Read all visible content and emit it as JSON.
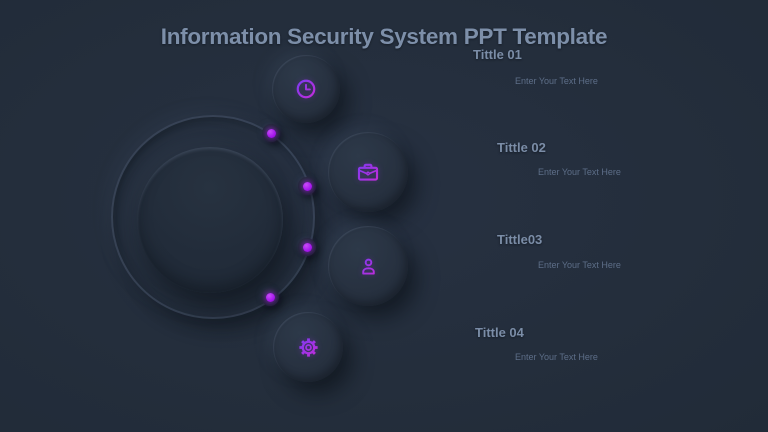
{
  "slide": {
    "title": "Information Security System PPT Template"
  },
  "sections": [
    {
      "title": "Tittle 01",
      "placeholder": "Enter Your Text Here",
      "icon": "clock-icon"
    },
    {
      "title": "Tittle 02",
      "placeholder": "Enter Your Text Here",
      "icon": "briefcase-icon"
    },
    {
      "title": "Tittle03",
      "placeholder": "Enter Your Text Here",
      "icon": "user-icon"
    },
    {
      "title": "Tittle 04",
      "placeholder": "Enter Your Text Here",
      "icon": "gear-icon"
    }
  ],
  "colors": {
    "background": "#242e3c",
    "title_text": "#7d8fa9",
    "section_title_text": "#7b8da7",
    "placeholder_text": "#5d6e88",
    "icon_gradient_start": "#7b3bf2",
    "icon_gradient_end": "#c52cd8",
    "dot_color": "#a817ef",
    "ring_line": "#49596f"
  }
}
